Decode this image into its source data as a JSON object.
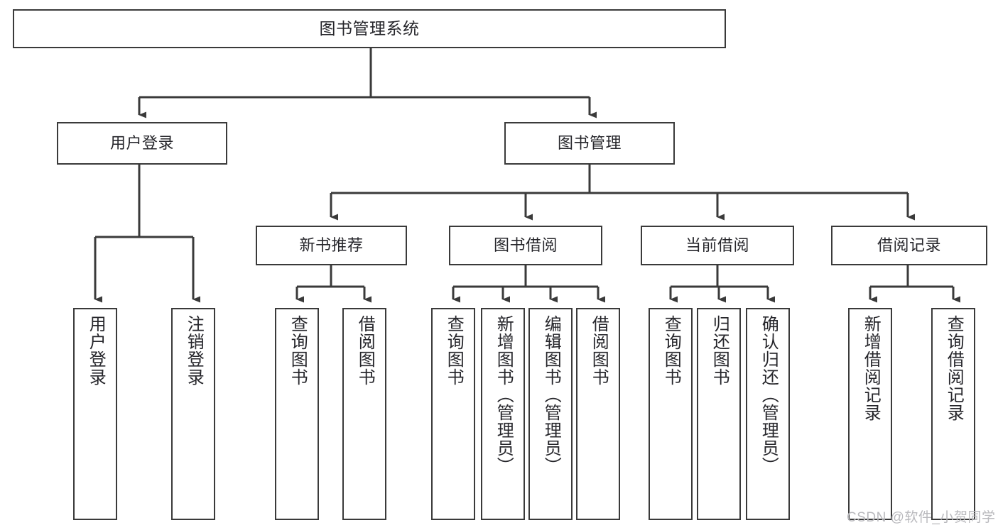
{
  "diagram": {
    "type": "tree",
    "title": "图书管理系统",
    "orientation": "top-down",
    "colors": {
      "node_border": "#3a3a3a",
      "node_fill": "#ffffff",
      "edge": "#3a3a3a",
      "text": "#26262b",
      "watermark": "#b9b9bd",
      "background": "#ffffff"
    },
    "root": {
      "label": "图书管理系统"
    },
    "level2": [
      {
        "label": "用户登录"
      },
      {
        "label": "图书管理"
      }
    ],
    "level3": [
      {
        "label": "新书推荐"
      },
      {
        "label": "图书借阅"
      },
      {
        "label": "当前借阅"
      },
      {
        "label": "借阅记录"
      }
    ],
    "leaves": {
      "user_login": [
        {
          "label": "用户登录"
        },
        {
          "label": "注销登录"
        }
      ],
      "new_book_recommend": [
        {
          "label": "查询图书"
        },
        {
          "label": "借阅图书"
        }
      ],
      "book_borrow": [
        {
          "label": "查询图书"
        },
        {
          "label": "新增图书（管理员）"
        },
        {
          "label": "编辑图书（管理员）"
        },
        {
          "label": "借阅图书"
        }
      ],
      "current_borrow": [
        {
          "label": "查询图书"
        },
        {
          "label": "归还图书"
        },
        {
          "label": "确认归还（管理员）"
        }
      ],
      "borrow_record": [
        {
          "label": "新增借阅记录"
        },
        {
          "label": "查询借阅记录"
        }
      ]
    }
  },
  "watermark": {
    "text": "CSDN @软件_小贺同学"
  }
}
